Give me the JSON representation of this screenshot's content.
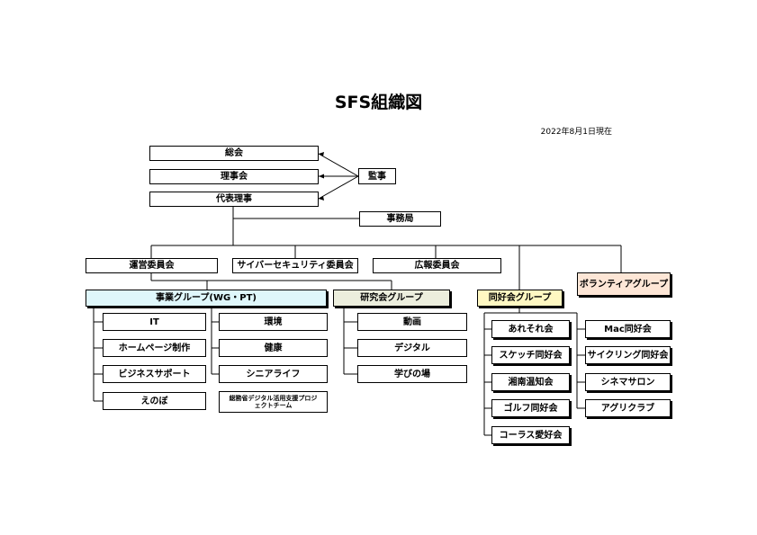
{
  "title": "SFS組織図",
  "date": "2022年8月1日現在",
  "nodes": {
    "soukai": "総会",
    "rijikai": "理事会",
    "daihyo": "代表理事",
    "kanji": "監事",
    "jimukyoku": "事務局",
    "unei": "運営委員会",
    "cyber": "サイバーセキュリティ委員会",
    "kouhou": "広報委員会",
    "volunteer": "ボランティアグループ"
  },
  "jigyo": {
    "label": "事業グループ(WG・PT)",
    "left": [
      "IT",
      "ホームページ制作",
      "ビジネスサポート",
      "えのぼ"
    ],
    "right": [
      "環境",
      "健康",
      "シニアライフ",
      "総務省デジタル活用支援プロジェクトチーム"
    ]
  },
  "kenkyu": {
    "label": "研究会グループ",
    "items": [
      "動画",
      "デジタル",
      "学びの場"
    ]
  },
  "doukou": {
    "label": "同好会グループ",
    "left": [
      "あれそれ会",
      "スケッチ同好会",
      "湘南温知会",
      "ゴルフ同好会",
      "コーラス愛好会"
    ],
    "right": [
      "Mac同好会",
      "サイクリング同好会",
      "シネマサロン",
      "アグリクラブ"
    ]
  }
}
